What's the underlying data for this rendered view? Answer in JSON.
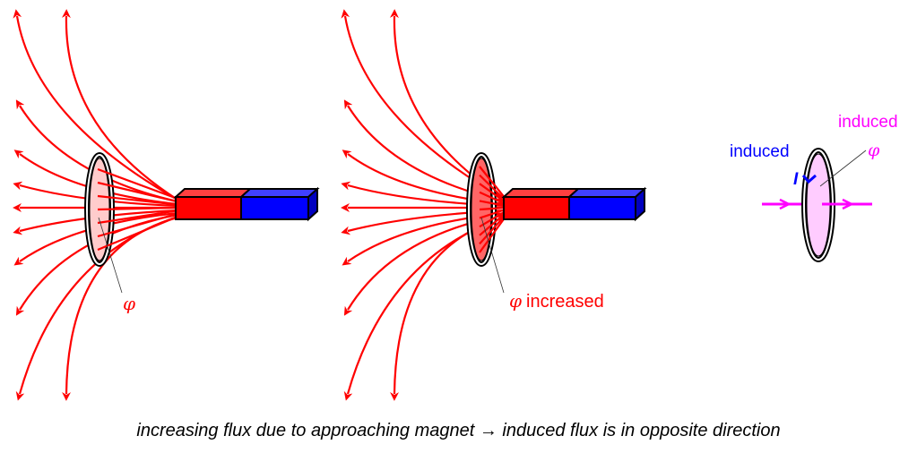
{
  "colors": {
    "field_line": "#ff0000",
    "north_pole": "#ff0000",
    "north_pole_top": "#ff4040",
    "south_pole": "#0000ff",
    "south_pole_top": "#4040ff",
    "south_pole_side": "#0000c0",
    "ring_fill_weak": "#ffcccc",
    "ring_fill_strong": "#ff6666",
    "ring_fill_induced": "#ffccff",
    "induced_flux": "#ff00ff",
    "induced_current": "#0000ff",
    "outline": "#000000"
  },
  "panels": [
    {
      "id": "far-magnet",
      "flux_label_symbol": "φ",
      "flux_label_text": ""
    },
    {
      "id": "near-magnet",
      "flux_label_symbol": "φ",
      "flux_label_text": "increased"
    },
    {
      "id": "induced",
      "current_label": "induced",
      "current_symbol": "I",
      "flux_label": "induced",
      "flux_symbol": "φ"
    }
  ],
  "caption": "increasing flux due to approaching magnet → induced flux is in opposite direction"
}
